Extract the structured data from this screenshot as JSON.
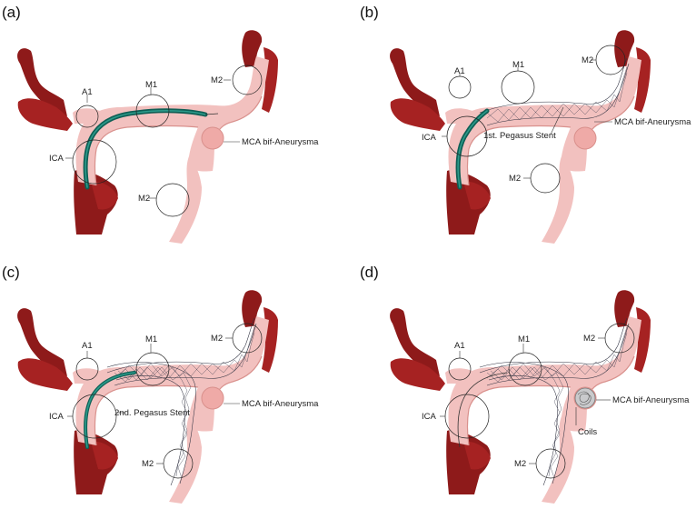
{
  "panels": [
    {
      "letter": "(a)",
      "labels": {
        "a1": "A1",
        "m1": "M1",
        "m2_top": "M2",
        "ica": "ICA",
        "m2_bottom": "M2",
        "aneurysm": "MCA bif-Aneurysma"
      }
    },
    {
      "letter": "(b)",
      "labels": {
        "a1": "A1",
        "m1": "M1",
        "m2_top": "M2",
        "ica": "ICA",
        "m2_bottom": "M2",
        "aneurysm": "MCA bif-Aneurysma",
        "device": "1st. Pegasus Stent"
      }
    },
    {
      "letter": "(c)",
      "labels": {
        "a1": "A1",
        "m1": "M1",
        "m2_top": "M2",
        "ica": "ICA",
        "m2_bottom": "M2",
        "aneurysm": "MCA bif-Aneurysma",
        "device": "2nd. Pegasus Stent"
      }
    },
    {
      "letter": "(d)",
      "labels": {
        "a1": "A1",
        "m1": "M1",
        "m2_top": "M2",
        "ica": "ICA",
        "m2_bottom": "M2",
        "aneurysm": "MCA bif-Aneurysma",
        "device": "Coils"
      }
    }
  ],
  "colors": {
    "background": "#ffffff",
    "vessel_dark": "#8e1a1a",
    "vessel_light": "#f2c1bf",
    "aneurysm": "#efaaa7",
    "catheter": "#0f5f55",
    "stent": "#2f3140"
  }
}
